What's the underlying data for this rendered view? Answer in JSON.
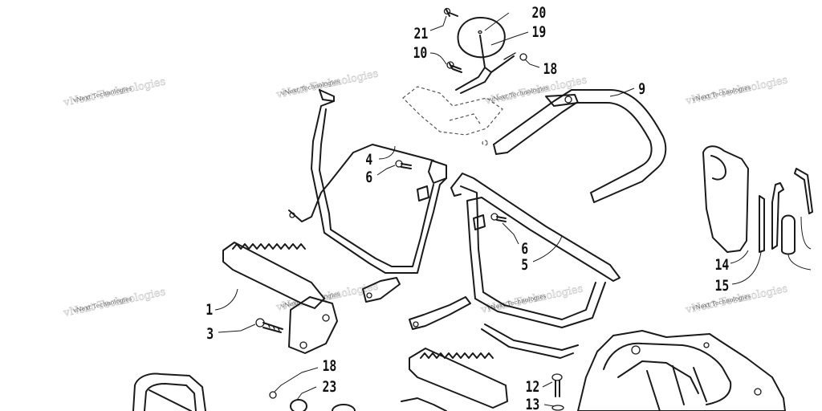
{
  "watermark": "vNext Technologies",
  "callouts": {
    "c1": "1",
    "c3": "3",
    "c4": "4",
    "c5": "5",
    "c6a": "6",
    "c6b": "6",
    "c9": "9",
    "c10": "10",
    "c12": "12",
    "c13": "13",
    "c14": "14",
    "c15": "15",
    "c18a": "18",
    "c18b": "18",
    "c19": "19",
    "c20": "20",
    "c21": "21",
    "c23": "23"
  }
}
